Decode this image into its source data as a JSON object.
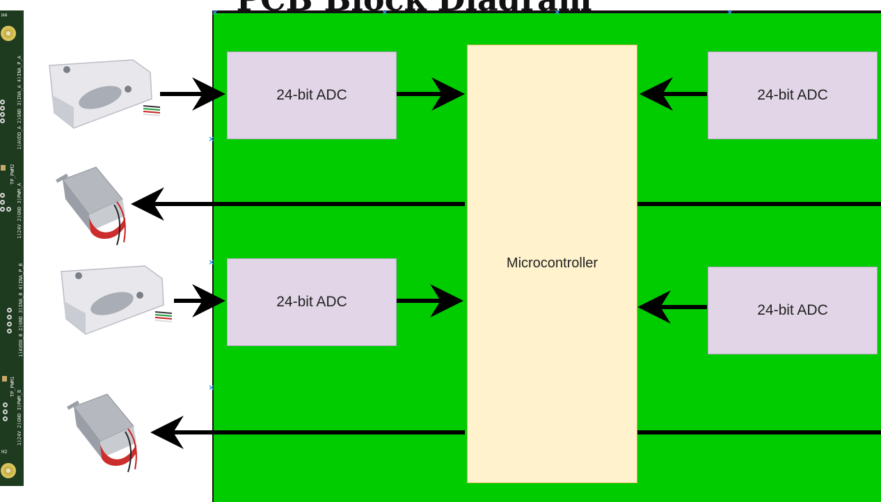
{
  "title": "PCB Block Diagram",
  "pcb": {
    "labels": [
      "H4",
      "TP_PWM2",
      "TP_PWM1",
      "H2"
    ],
    "pin_labels": [
      "1)AVDD_A 2)GND 3)INA_A 4)INA_P_A",
      "1)24V 2)GND 3)PWM_A",
      "1)AVDD_B 2)GND 3)INA_B 4)INA_P_B",
      "1)24V 2)GND 3)PWM_B"
    ]
  },
  "blocks": {
    "adc_top_left": "24-bit ADC",
    "adc_bottom_left": "24-bit ADC",
    "adc_top_right": "24-bit ADC",
    "adc_bottom_right": "24-bit ADC",
    "microcontroller": "Microcontroller"
  },
  "components": {
    "load_cell": "load-cell-image",
    "motor": "dc-motor-image"
  },
  "colors": {
    "board": "#00cc00",
    "adc_fill": "#e1d5e7",
    "mcu_fill": "#fff2cc",
    "arrow": "#000000",
    "marker": "#3aa0e8",
    "pcb": "#1e3a1f"
  }
}
